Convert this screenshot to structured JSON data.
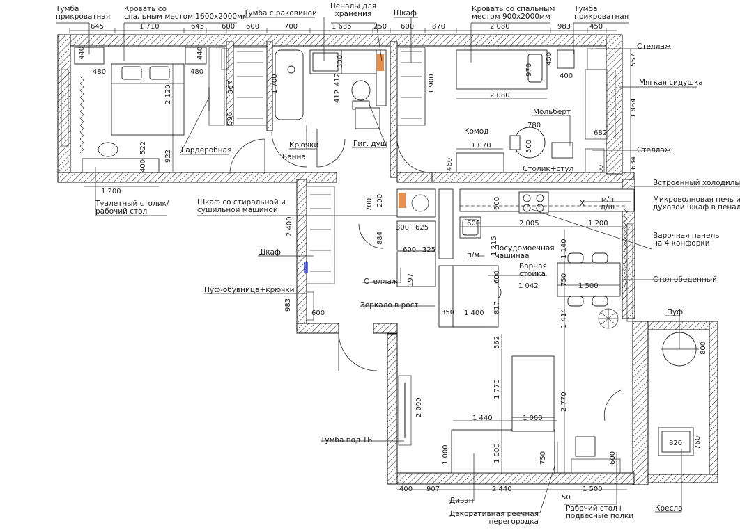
{
  "labels": {
    "tumba_l": "Тумба\nприкроватная",
    "bed_double": "Кровать со\nспальным местом 1600x2000мм",
    "tumba_sink": "Тумба с раковиной",
    "penaly": "Пеналы для\nхранения",
    "shkaf_top": "Шкаф",
    "bed_single": "Кровать со спальным\nместом 900x2000мм",
    "tumba_r": "Тумба\nприкроватная",
    "stellazh1": "Стеллаж",
    "myagkaya": "Мягкая сидушка",
    "molbert": "Мольберт",
    "komod": "Комод",
    "stolik_stul": "Столик+стул",
    "stellazh2": "Стеллаж",
    "garderobnaya": "Гардеробная",
    "kryuchki": "Крючки",
    "vanna": "Ванна",
    "gig_dush": "Гиг. душ",
    "vstr_holod": "Встроенный холодильник",
    "microwave": "Микроволновая печь и\nдуховой шкаф в пенале",
    "tualet": "Туалетный столик/\nрабочий стол",
    "shkaf_stiral": "Шкаф со стиральной и\nсушильной машиной",
    "varochnaya": "Варочная панель\nна 4 конфорки",
    "shkaf_left": "Шкаф",
    "posudomoech": "Посудомоечная\nмашинаа",
    "barnaya": "Барная\nстойка",
    "stol_obed": "Стол обеденный",
    "puf_obuv": "Пуф-обувница+крючки",
    "stellazh3": "Стеллаж",
    "zerkalo": "Зеркало в рост",
    "puf": "Пуф",
    "tumba_tv": "Тумба под ТВ",
    "divan": "Диван",
    "dekor": "Декоративная реечная\nперегородка",
    "rabochiy": "Рабочий стол+\nподвесные полки",
    "kreslo": "Кресло",
    "pm": "п/м",
    "x_mark": "Х",
    "mp_dsh": "м/п\nд/ш"
  },
  "dimensions": {
    "d645a": "645",
    "d1710": "1 710",
    "d645b": "645",
    "d600a": "600",
    "d600b": "600",
    "d700a": "700",
    "d1635": "1 635",
    "d250": "250",
    "d600c": "600",
    "d870": "870",
    "d2080a": "2 080",
    "d983a": "983",
    "d450a": "450",
    "d440a": "440",
    "d480a": "480",
    "d440b": "440",
    "d480b": "480",
    "d2120": "2 120",
    "d967": "967",
    "d1700": "1 700",
    "d500a": "500",
    "d412a": "412",
    "d412b": "412",
    "d1900": "1 900",
    "d970": "970",
    "d450b": "450",
    "d400a": "400",
    "d2080b": "2 080",
    "d557": "557",
    "d1864": "1 864",
    "d780": "780",
    "d500b": "500",
    "d682": "682",
    "d1070": "1 070",
    "d460": "460",
    "d634": "634",
    "d522": "522",
    "d400b": "400",
    "d922": "922",
    "d1200a": "1 200",
    "d500c": "500",
    "d700b": "700",
    "d200": "200",
    "d600d": "600",
    "d2005": "2 005",
    "d1200b": "1 200",
    "d300": "300",
    "d625": "625",
    "d600e": "600",
    "d1215": "1 215",
    "d884": "884",
    "d1140": "1 140",
    "d600f": "600",
    "d325": "325",
    "d2400": "2 400",
    "d197": "197",
    "d600g": "600",
    "d750a": "750",
    "d1042": "1 042",
    "d1500a": "1 500",
    "d983b": "983",
    "d350": "350",
    "d1400": "1 400",
    "d817": "817",
    "d600h": "600",
    "d562": "562",
    "d1414": "1 414",
    "d800": "800",
    "d1770": "1 770",
    "d2000": "2 000",
    "d2770": "2 770",
    "d1440": "1 440",
    "d1000a": "1 000",
    "d1000b": "1 000",
    "d1000c": "1 000",
    "d820": "820",
    "d760": "760",
    "d750b": "750",
    "d600i": "600",
    "d400c": "400",
    "d907": "907",
    "d2440": "2 440",
    "d1500b": "1 500",
    "d50": "50"
  },
  "colors": {
    "line": "#111111",
    "accent_orange": "#e07a2e",
    "accent_blue": "#2a3fd0"
  }
}
